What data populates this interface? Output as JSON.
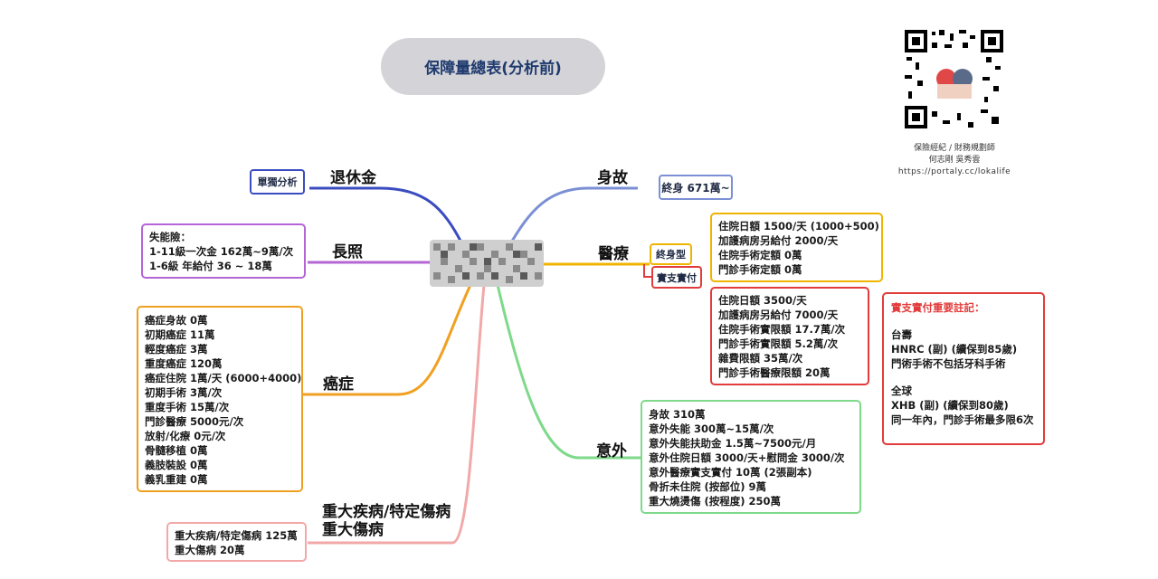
{
  "title": "保障量總表(分析前)",
  "center_label": "",
  "credit": {
    "line1": "保險經紀 / 財務規劃師",
    "line2": "何志剛 吳秀雲",
    "line3": "https://portaly.cc/lokalife"
  },
  "branches": {
    "retire": "退休金",
    "ltc": "長照",
    "cancer": "癌症",
    "critical_line1": "重大疾病/特定傷病",
    "critical_line2": "重大傷病",
    "death": "身故",
    "medical": "醫療",
    "accident": "意外"
  },
  "retire_box": "單獨分析",
  "ltc_box": [
    "失能險：",
    "1-11級一次金 162萬~9萬/次",
    "1-6級 年給付 36 ~ 18萬"
  ],
  "cancer_box": [
    "癌症身故  0萬",
    "初期癌症  11萬",
    "輕度癌症  3萬",
    "重度癌症  120萬",
    "癌症住院  1萬/天 (6000+4000)",
    "初期手術  3萬/次",
    "重度手術  15萬/次",
    "門診醫療  5000元/次",
    "放射/化療  0元/次",
    "骨髓移植  0萬",
    "義肢裝設  0萬",
    "義乳重建  0萬"
  ],
  "critical_box": [
    "重大疾病/特定傷病  125萬",
    "重大傷病  20萬"
  ],
  "death_box": "終身  671萬~",
  "medical_tags": {
    "lifetime": "終身型",
    "reimburse": "實支實付"
  },
  "medical_lifetime_box": [
    "住院日額  1500/天 (1000+500)",
    "加護病房另給付  2000/天",
    "住院手術定額  0萬",
    "門診手術定額  0萬"
  ],
  "medical_reimburse_box": [
    "住院日額  3500/天",
    "加護病房另給付  7000/天",
    "住院手術實限額  17.7萬/次",
    "門診手術實限額  5.2萬/次",
    "雜費限額  35萬/次",
    "門診手術醫療限額  20萬"
  ],
  "notes_box": {
    "heading": "實支實付重要註記：",
    "sections": [
      {
        "region": "台壽",
        "product": "HNRC (副) (續保到85歲)",
        "note": "門術手術不包括牙科手術"
      },
      {
        "region": "全球",
        "product": "XHB (副) (續保到80歲)",
        "note": "同一年內，門診手術最多限6次"
      }
    ]
  },
  "accident_box": [
    "身故  310萬",
    "意外失能  300萬~15萬/次",
    "意外失能扶助金  1.5萬~7500元/月",
    "意外住院日額  3000/天+慰問金  3000/次",
    "意外醫療實支實付  10萬 (2張副本)",
    "骨折未住院 (按部位)  9萬",
    "重大燒燙傷 (按程度)  250萬"
  ],
  "colors": {
    "title_pill": "#d4d4d8",
    "retire": "#3b4cc0",
    "ltc": "#b565d6",
    "cancer": "#f0a020",
    "critical": "#f2a8a8",
    "death": "#7b8fd4",
    "medical_lifetime": "#f0b400",
    "medical_reimburse": "#e23b3b",
    "accident": "#7fd98a",
    "notes": "#e23b3b"
  }
}
